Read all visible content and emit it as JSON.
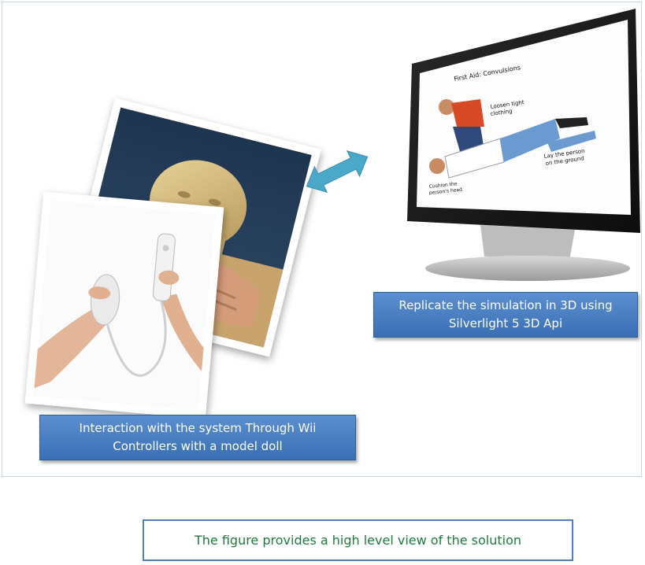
{
  "figure": {
    "captions": {
      "left_line1": "Interaction with the system Through Wii",
      "left_line2": "Controllers with a model doll",
      "right_line1": "Replicate the simulation in 3D using",
      "right_line2": "Silverlight  5 3D Api"
    },
    "screen": {
      "title": "First Aid:  Convulsions",
      "label_loosen_1": "Loosen tight",
      "label_loosen_2": "clothing",
      "label_lay_1": "Lay the person",
      "label_lay_2": "on the ground",
      "label_cushion_1": "Cushion the",
      "label_cushion_2": "person's head"
    },
    "summary": "The figure provides a high level view of the solution",
    "colors": {
      "caption_blue": "#4a7fc4",
      "arrow": "#4aa9c8",
      "summary_text": "#1e7a3c",
      "summary_border": "#4f7fbf"
    },
    "icons": [
      "manikin-photo",
      "wii-controller-photo",
      "double-arrow-icon",
      "monitor-icon"
    ]
  }
}
